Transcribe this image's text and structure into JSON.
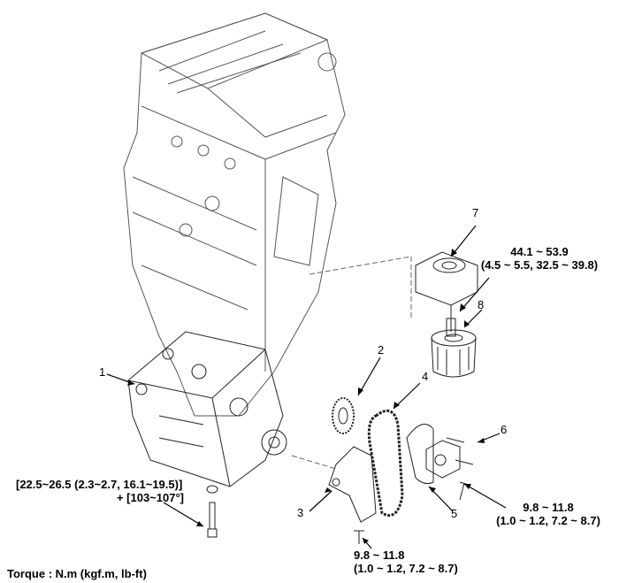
{
  "callouts": {
    "c1": "1",
    "c2": "2",
    "c3": "3",
    "c4": "4",
    "c5": "5",
    "c6": "6",
    "c7": "7",
    "c8": "8"
  },
  "torques": {
    "oil_cooler": {
      "line1": "44.1 ~ 53.9",
      "line2": "(4.5 ~ 5.5, 32.5 ~ 39.8)"
    },
    "tensioner_bolts": {
      "line1": "9.8 ~ 11.8",
      "line2": "(1.0 ~ 1.2, 7.2 ~ 8.7)"
    },
    "guide_bolt": {
      "line1": "9.8 ~ 11.8",
      "line2": "(1.0 ~ 1.2, 7.2 ~ 8.7)"
    },
    "balance_shaft_bolt": {
      "line1": "[22.5~26.5 (2.3~2.7, 16.1~19.5)]",
      "line2": "+ [103~107°]"
    }
  },
  "legend": "Torque : N.m (kgf.m, lb-ft)"
}
